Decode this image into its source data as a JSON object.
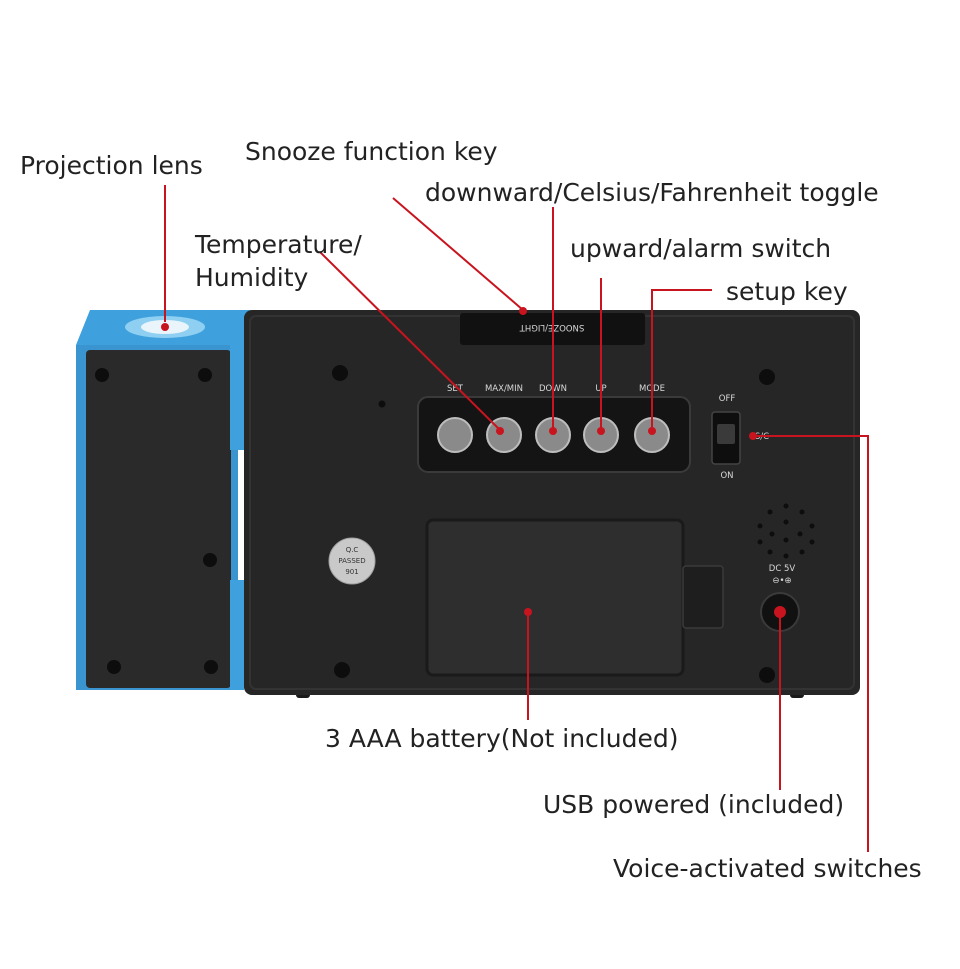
{
  "labels": {
    "projection_lens": "Projection lens",
    "snooze_key": "Snooze function key",
    "down_toggle": "downward/Celsius/Fahrenheit toggle",
    "temp_humidity_line1": "Temperature/",
    "temp_humidity_line2": "Humidity",
    "up_alarm": "upward/alarm switch",
    "setup_key": "setup key",
    "battery": "3 AAA battery(Not included)",
    "usb": "USB powered (included)",
    "voice": "Voice-activated switches"
  },
  "device": {
    "snooze_bar_text": "SNOOZE/LIGHT",
    "buttons": [
      "SET",
      "MAX/MIN",
      "DOWN",
      "UP",
      "MODE"
    ],
    "switch_off": "OFF",
    "switch_on": "ON",
    "switch_label": "S/C",
    "qc_line1": "Q.C",
    "qc_line2": "PASSED",
    "qc_line3": "901",
    "dc_label": "DC 5V",
    "dc_polarity": "⊖•⊕"
  },
  "colors": {
    "pointer": "#c8141e",
    "body": "#262626",
    "accent_blue": "#3ea0dd"
  }
}
